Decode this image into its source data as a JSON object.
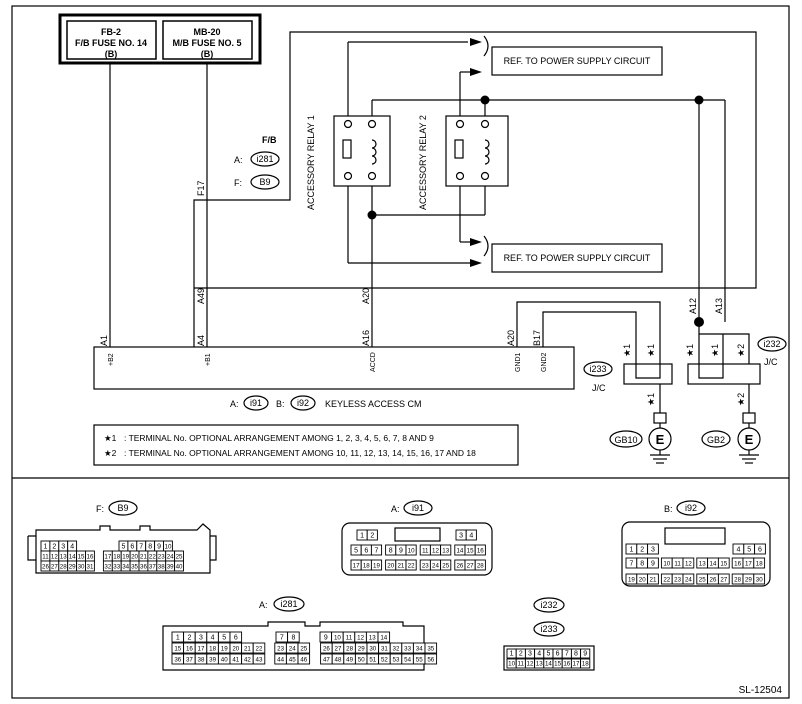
{
  "fuses": {
    "fb2": {
      "l1": "FB-2",
      "l2": "F/B FUSE NO. 14",
      "l3": "(B)"
    },
    "mb20": {
      "l1": "MB-20",
      "l2": "M/B FUSE NO. 5",
      "l3": "(B)"
    }
  },
  "ref_label": "REF. TO POWER SUPPLY CIRCUIT",
  "relay1": "ACCESSORY RELAY 1",
  "relay2": "ACCESSORY RELAY 2",
  "fb": {
    "title": "F/B",
    "a_prefix": "A:",
    "a_conn": "i281",
    "f_prefix": "F:",
    "f_conn": "B9"
  },
  "wires": {
    "f17": "F17",
    "a49": "A49",
    "a20_top": "A20",
    "a1": "A1",
    "a4": "A4",
    "a16": "A16",
    "a20": "A20",
    "b17": "B17",
    "a12": "A12",
    "a13": "A13"
  },
  "cm": {
    "pins": {
      "p1": "+B2",
      "p2": "+B1",
      "p3": "ACCD",
      "p4": "GND1",
      "p5": "GND2"
    },
    "label_a": "A:",
    "conn_a": "i91",
    "label_b": "B:",
    "conn_b": "i92",
    "name": "KEYLESS ACCESS CM"
  },
  "jc": {
    "c1": "i233",
    "c2": "i232",
    "label": "J/C",
    "star1": "★1",
    "star2": "★2"
  },
  "grounds": {
    "g1": "GB10",
    "g2": "GB2",
    "e": "E"
  },
  "notes": {
    "n1_mark": "★1",
    "n1_text": ": TERMINAL No. OPTIONAL ARRANGEMENT AMONG 1, 2, 3, 4, 5, 6, 7, 8 AND 9",
    "n2_mark": "★2",
    "n2_text": ": TERMINAL No. OPTIONAL ARRANGEMENT AMONG 10, 11, 12, 13, 14, 15, 16, 17 AND 18"
  },
  "connectors": {
    "b9": {
      "prefix": "F:",
      "name": "B9",
      "rows": [
        [
          "1",
          "2",
          "3",
          "4",
          "",
          "5",
          "6",
          "7",
          "8",
          "9",
          "10"
        ],
        [
          "11",
          "12",
          "13",
          "14",
          "15",
          "16",
          "17",
          "18",
          "19",
          "20",
          "21",
          "22",
          "23",
          "24",
          "25"
        ],
        [
          "26",
          "27",
          "28",
          "29",
          "30",
          "31",
          "32",
          "33",
          "34",
          "35",
          "36",
          "37",
          "38",
          "39",
          "40"
        ]
      ]
    },
    "i91": {
      "prefix": "A:",
      "name": "i91",
      "rows": [
        [
          "1",
          "2",
          "3",
          "4"
        ],
        [
          "5",
          "6",
          "7",
          "8",
          "9",
          "10",
          "11",
          "12",
          "13",
          "14",
          "15",
          "16"
        ],
        [
          "17",
          "18",
          "19",
          "20",
          "21",
          "22",
          "23",
          "24",
          "25",
          "26",
          "27",
          "28"
        ]
      ]
    },
    "i92": {
      "prefix": "B:",
      "name": "i92",
      "rows": [
        [
          "1",
          "2",
          "3",
          "4",
          "5",
          "6"
        ],
        [
          "7",
          "8",
          "9",
          "10",
          "11",
          "12",
          "13",
          "14",
          "15",
          "16",
          "17",
          "18"
        ],
        [
          "19",
          "20",
          "21",
          "22",
          "23",
          "24",
          "25",
          "26",
          "27",
          "28",
          "29",
          "30"
        ]
      ]
    },
    "i281": {
      "prefix": "A:",
      "name": "i281",
      "rows": [
        [
          "1",
          "2",
          "3",
          "4",
          "5",
          "6",
          "7",
          "8",
          "9",
          "10",
          "11",
          "12",
          "13",
          "14"
        ],
        [
          "15",
          "16",
          "17",
          "18",
          "19",
          "20",
          "21",
          "22",
          "23",
          "24",
          "25",
          "26",
          "27",
          "28",
          "29",
          "30",
          "31",
          "32",
          "33",
          "34",
          "35"
        ],
        [
          "36",
          "37",
          "38",
          "39",
          "40",
          "41",
          "42",
          "43",
          "44",
          "45",
          "46",
          "47",
          "48",
          "49",
          "50",
          "51",
          "52",
          "53",
          "54",
          "55",
          "56"
        ]
      ]
    },
    "i232_233": {
      "name_a": "i232",
      "name_b": "i233",
      "rows": [
        [
          "1",
          "2",
          "3",
          "4",
          "5",
          "6",
          "7",
          "8",
          "9"
        ],
        [
          "10",
          "11",
          "12",
          "13",
          "14",
          "15",
          "16",
          "17",
          "18"
        ]
      ]
    }
  },
  "code": "SL-12504"
}
